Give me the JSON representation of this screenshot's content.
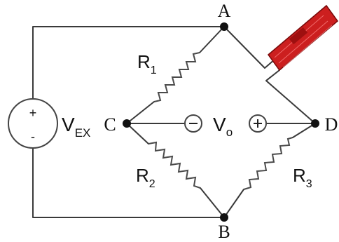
{
  "nodes": {
    "a": "A",
    "b": "B",
    "c": "C",
    "d": "D"
  },
  "resistors": {
    "r1": "R",
    "r1_sub": "1",
    "r2": "R",
    "r2_sub": "2",
    "r3": "R",
    "r3_sub": "3"
  },
  "source": {
    "name": "V",
    "sub": "EX",
    "plus": "+",
    "minus": "-"
  },
  "output": {
    "name": "V",
    "sub": "o"
  },
  "colors": {
    "gauge": "#cc1f1f",
    "wire": "#3a3a3a"
  },
  "icons": {
    "source": "voltage-source-icon",
    "gauge": "strain-gauge-icon"
  }
}
